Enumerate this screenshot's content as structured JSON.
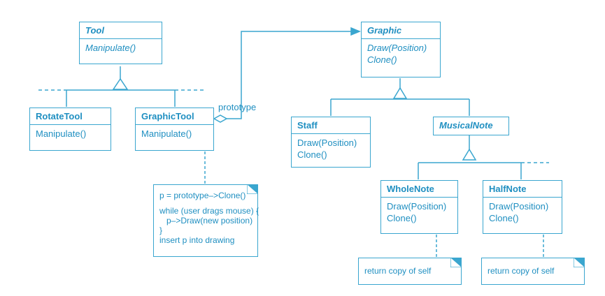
{
  "classes": {
    "tool": {
      "name": "Tool",
      "ops": [
        "Manipulate()"
      ]
    },
    "rotate_tool": {
      "name": "RotateTool",
      "ops": [
        "Manipulate()"
      ]
    },
    "graphic_tool": {
      "name": "GraphicTool",
      "ops": [
        "Manipulate()"
      ]
    },
    "graphic": {
      "name": "Graphic",
      "ops": [
        "Draw(Position)",
        "Clone()"
      ]
    },
    "staff": {
      "name": "Staff",
      "ops": [
        "Draw(Position)",
        "Clone()"
      ]
    },
    "musical_note": {
      "name": "MusicalNote"
    },
    "whole_note": {
      "name": "WholeNote",
      "ops": [
        "Draw(Position)",
        "Clone()"
      ]
    },
    "half_note": {
      "name": "HalfNote",
      "ops": [
        "Draw(Position)",
        "Clone()"
      ]
    }
  },
  "association": {
    "label": "prototype"
  },
  "notes": {
    "graphic_tool_note": {
      "lines": [
        "p = prototype–>Clone()",
        "",
        "while (user drags mouse) {",
        "   p–>Draw(new position)",
        "}",
        "insert p into drawing"
      ]
    },
    "whole_note_note": {
      "lines": [
        "return copy of self"
      ]
    },
    "half_note_note": {
      "lines": [
        "return copy of self"
      ]
    }
  },
  "colors": {
    "line": "#3aa6cf",
    "text": "#1f8fc1"
  }
}
